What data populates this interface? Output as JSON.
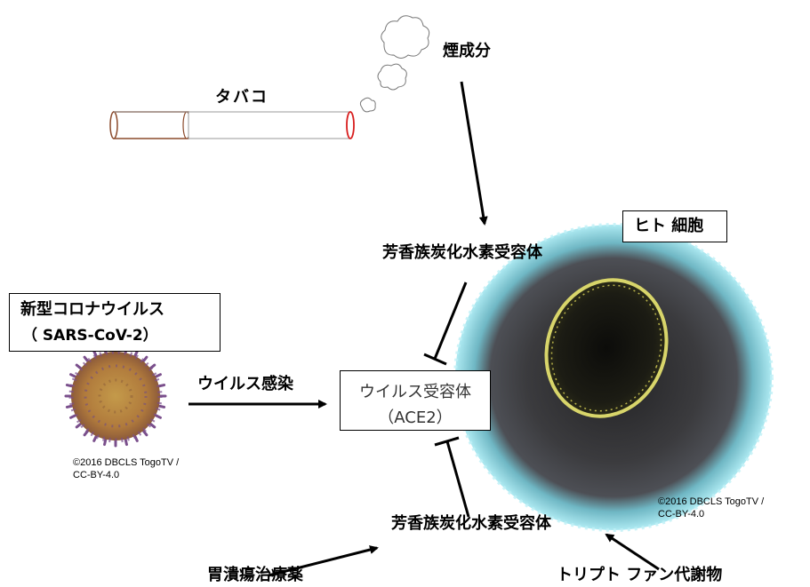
{
  "labels": {
    "smoke_components": "煙成分",
    "tobacco": "タバコ",
    "human_cell": "ヒト 細胞",
    "ahr_top": "芳香族炭化水素受容体",
    "virus_name": "新型コロナウイルス",
    "virus_code": "（ SARS-CoV-2）",
    "virus_infection": "ウイルス感染",
    "receptor_line1": "ウイルス受容体",
    "receptor_line2": "（ACE2）",
    "ahr_bottom": "芳香族炭化水素受容体",
    "ulcer_drug": "胃潰瘍治療薬",
    "tryptophan": "トリプト ファン代謝物"
  },
  "credits": {
    "virus_line1": "©2016 DBCLS TogoTV /",
    "virus_line2": "CC-BY-4.0",
    "cell_line1": "©2016 DBCLS TogoTV /",
    "cell_line2": "CC-BY-4.0"
  },
  "icons": {
    "cigarette": "cigarette-icon",
    "smoke": "smoke-cloud-icon",
    "virus": "coronavirus-icon",
    "cell": "human-cell-icon"
  },
  "colors": {
    "cell_rim": "#7fd8e6",
    "cell_body": "#3a3a3c",
    "nucleus_rim": "#d8d56a",
    "cigarette_filter": "#8b4a2b",
    "cigarette_tip": "#d81e1e",
    "virus_body": "#b8803c",
    "virus_spikes": "#7a4f8c"
  }
}
